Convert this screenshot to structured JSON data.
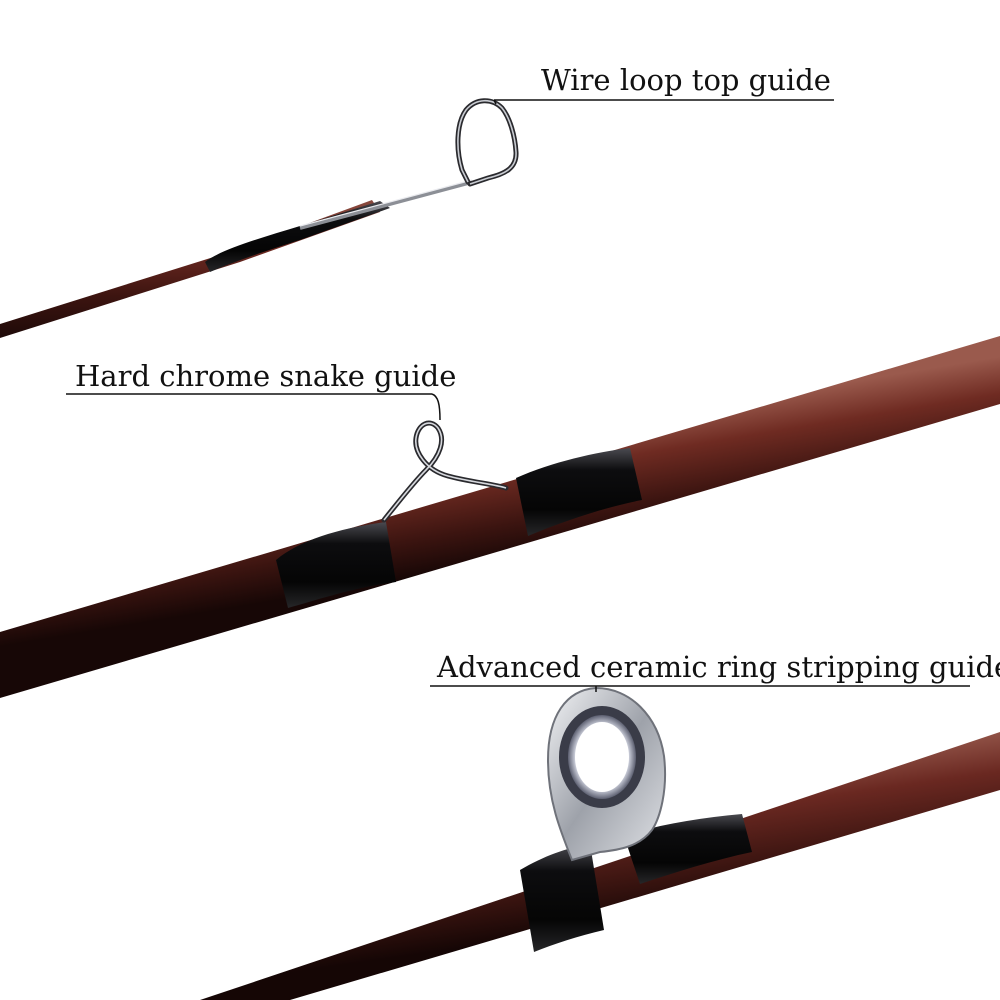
{
  "callouts": [
    {
      "text": "Wire loop top guide"
    },
    {
      "text": "Hard chrome snake guide"
    },
    {
      "text": "Advanced ceramic ring stripping guide"
    }
  ],
  "colors": {
    "background": "#ffffff",
    "blank": "#5a1f18",
    "wrap": "#0b0b0c",
    "chrome": "#b8bcc4",
    "text": "#111111"
  },
  "icons": [
    "wire-loop-guide-icon",
    "snake-guide-icon",
    "ceramic-ring-guide-icon"
  ]
}
